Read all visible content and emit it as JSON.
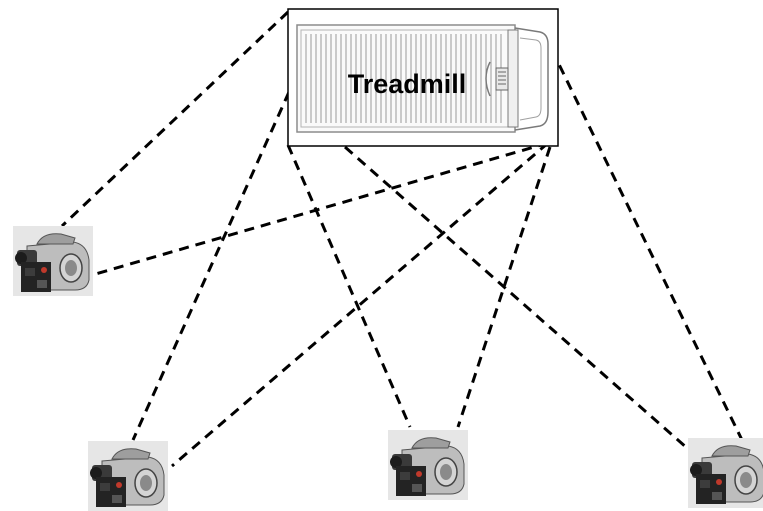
{
  "treadmill": {
    "label": "Treadmill"
  },
  "cameras": [
    {
      "id": "camera-left",
      "icon": "video-camera-icon"
    },
    {
      "id": "camera-bottom-left",
      "icon": "video-camera-icon"
    },
    {
      "id": "camera-bottom-center",
      "icon": "video-camera-icon"
    },
    {
      "id": "camera-bottom-right",
      "icon": "video-camera-icon"
    }
  ],
  "colors": {
    "line": "#000000",
    "treadmill_stroke": "#888888",
    "camera_body": "#b9b9b9",
    "camera_dark": "#2a2a2a",
    "camera_bg": "#e6e6e6"
  }
}
